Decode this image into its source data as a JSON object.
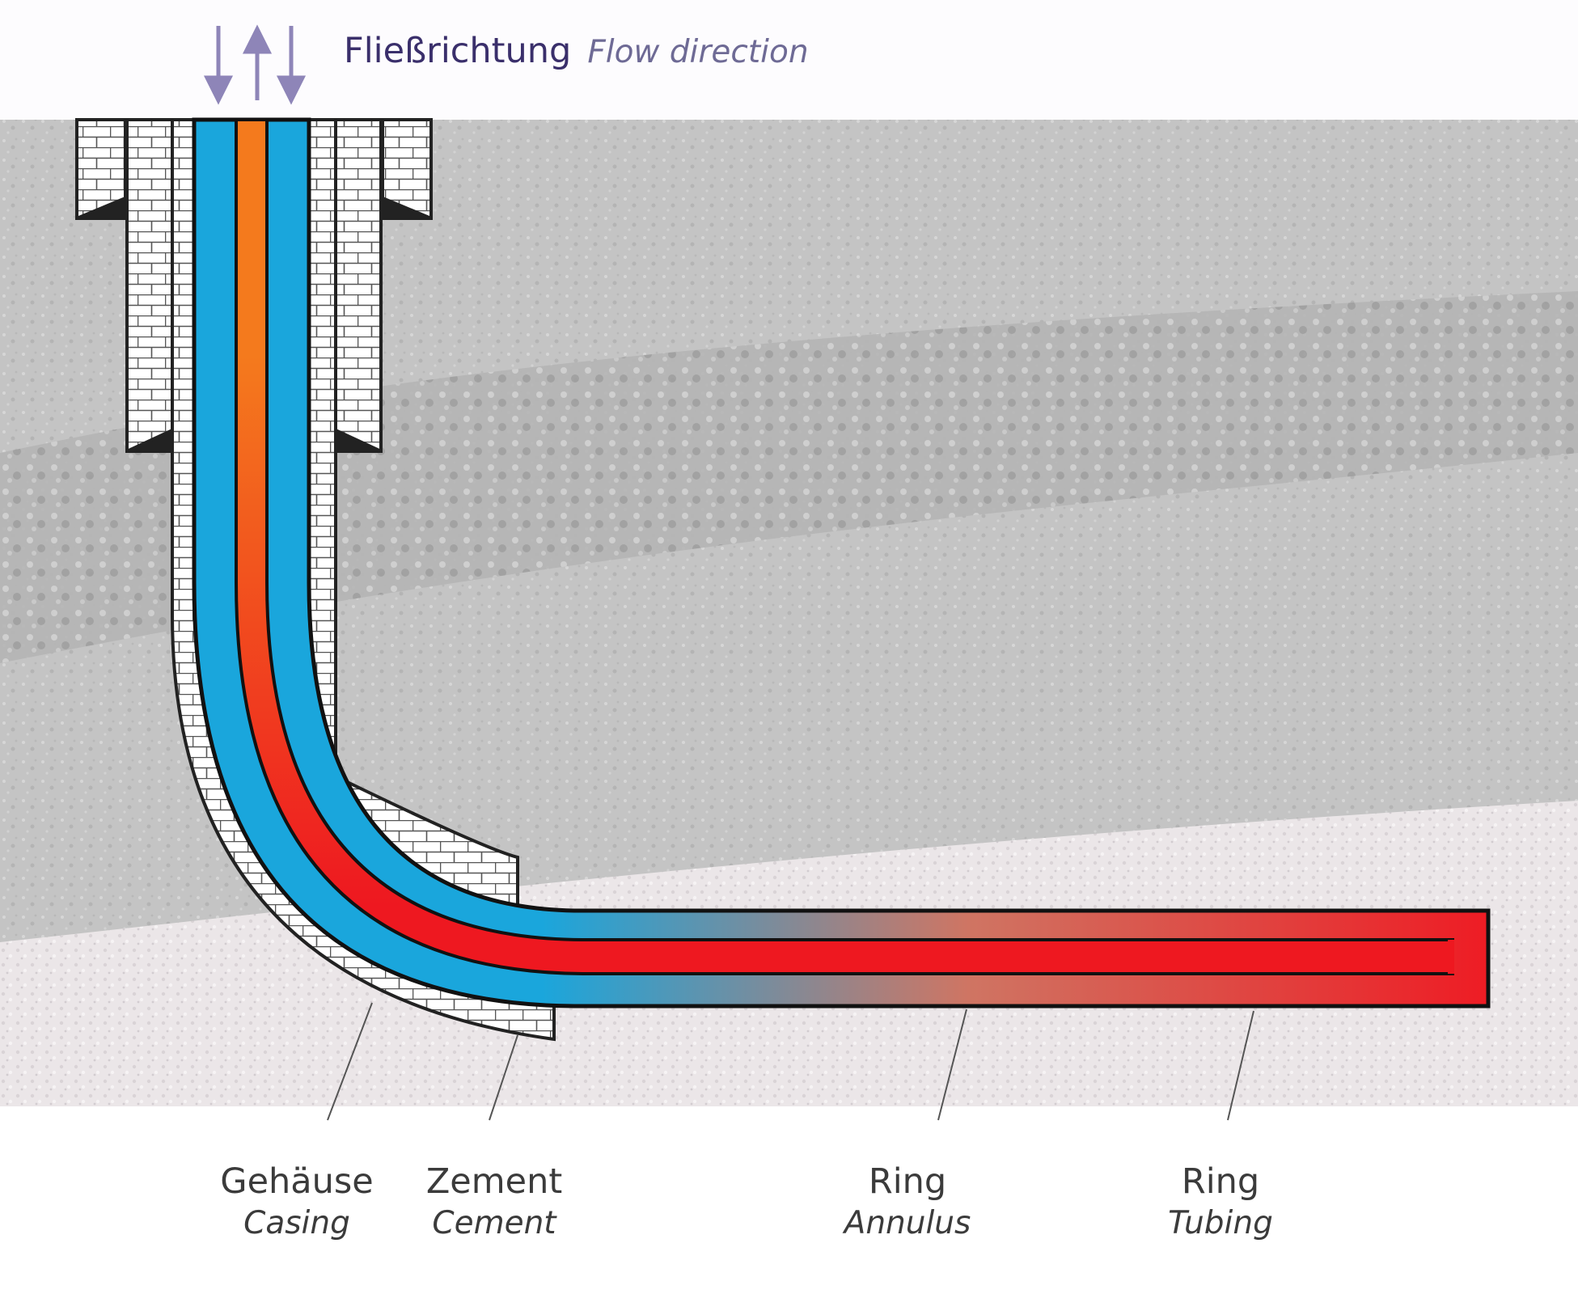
{
  "legend": {
    "title_de": "Fließrichtung",
    "title_en": "Flow direction"
  },
  "labels": [
    {
      "de": "Gehäuse",
      "en": "Casing"
    },
    {
      "de": "Zement",
      "en": "Cement"
    },
    {
      "de": "Ring",
      "en": "Annulus"
    },
    {
      "de": "Ring",
      "en": "Tubing"
    }
  ],
  "colors": {
    "annulus_fluid": "#1aa6dc",
    "tubing_fluid_vertical": "#f47a1d",
    "tubing_fluid_hot": "#e8141c",
    "cement": "#ffffff",
    "rock": "#c6c6c6",
    "reservoir": "#e9e4e6",
    "legend_arrow": "#8e85b8"
  }
}
